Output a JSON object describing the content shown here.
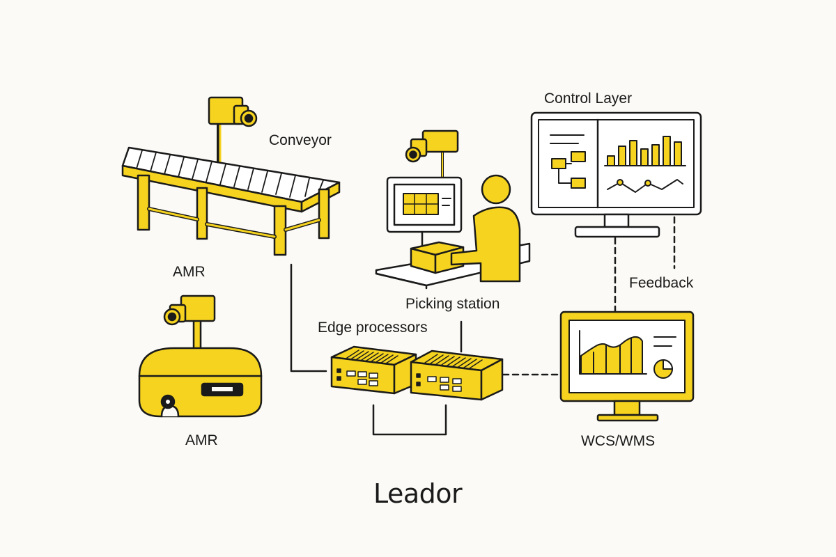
{
  "labels": {
    "conveyor": "Conveyor",
    "amr_top": "AMR",
    "amr_bottom": "AMR",
    "picking_station": "Picking station",
    "edge_processors": "Edge processors",
    "control_layer": "Control Layer",
    "feedback": "Feedback",
    "wcs_wms": "WCS/WMS"
  },
  "logo": "Leador",
  "colors": {
    "accent": "#f5d31f",
    "stroke": "#1a1a1a",
    "background": "#fbfaf6"
  },
  "icons": [
    "camera-icon",
    "conveyor-icon",
    "amr-robot-icon",
    "operator-icon",
    "monitor-icon",
    "edge-device-icon",
    "bar-chart-icon",
    "line-chart-icon",
    "flowchart-icon",
    "pie-chart-icon"
  ]
}
